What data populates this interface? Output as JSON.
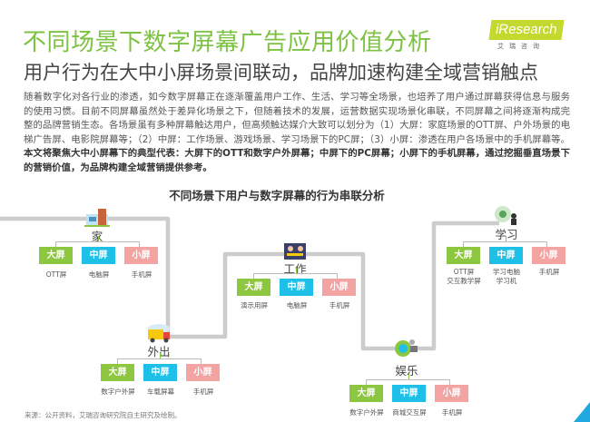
{
  "header": {
    "title": "不同场景下数字屏幕广告应用价值分析",
    "subtitle": "用户行为在大中小屏场景间联动，品牌加速构建全域营销触点",
    "logo": "iResearch",
    "logo_cn": "艾瑞咨询"
  },
  "paragraph": {
    "normal": "随着数字化对各行业的渗透，如今数字屏幕正在逐渐覆盖用户工作、生活、学习等全场景，也培养了用户通过屏幕获得信息与服务的使用习惯。目前不同屏幕虽然处于差异化场景之下，但随着技术的发展，运营数据实现场景化串联，不同屏幕之间将逐渐构成完整的品牌营销生态。各场景虽有多种屏幕触达用户，但高频触达媒介大致可以划分为（1）大屏：家庭场景的OTT屏、户外场景的电梯广告屏、电影院屏幕等；（2）中屏：工作场景、游戏场景、学习场景下的PC屏；（3）小屏：渗透在用户各场景中的手机屏幕等。",
    "bold": "本文将聚焦大中小屏幕下的典型代表：大屏下的OTT和数字户外屏幕；中屏下的PC屏幕；小屏下的手机屏幕，通过挖掘垂直场景下的营销价值，为品牌构建全域营销提供参考。"
  },
  "chart": {
    "title": "不同场景下用户与数字屏幕的行为串联分析",
    "box_labels": [
      "大屏",
      "中屏",
      "小屏"
    ],
    "colors": {
      "large": "#8dc63f",
      "medium": "#1fc0e8",
      "small": "#f4a3a3",
      "path": "#cccccc"
    },
    "scenes": [
      {
        "name": "家",
        "icon": "house-icon",
        "screens": [
          "OTT屏",
          "电脑屏",
          "手机屏"
        ]
      },
      {
        "name": "外出",
        "icon": "truck-icon",
        "screens": [
          "数字户外屏",
          "车载屏幕",
          "手机屏"
        ]
      },
      {
        "name": "工作",
        "icon": "office-icon",
        "screens": [
          "演示用屏",
          "电脑屏",
          "手机屏"
        ]
      },
      {
        "name": "娱乐",
        "icon": "film-camera-icon",
        "screens": [
          "数字户外屏",
          "商城交互屏",
          "手机屏"
        ]
      },
      {
        "name": "学习",
        "icon": "study-icon",
        "screens": [
          "OTT屏\n交互教学屏",
          "学习电脑\n学习机",
          "手机屏"
        ]
      }
    ]
  },
  "source": "来源：公开资料，艾瑞咨询研究院自主研究及绘制。"
}
